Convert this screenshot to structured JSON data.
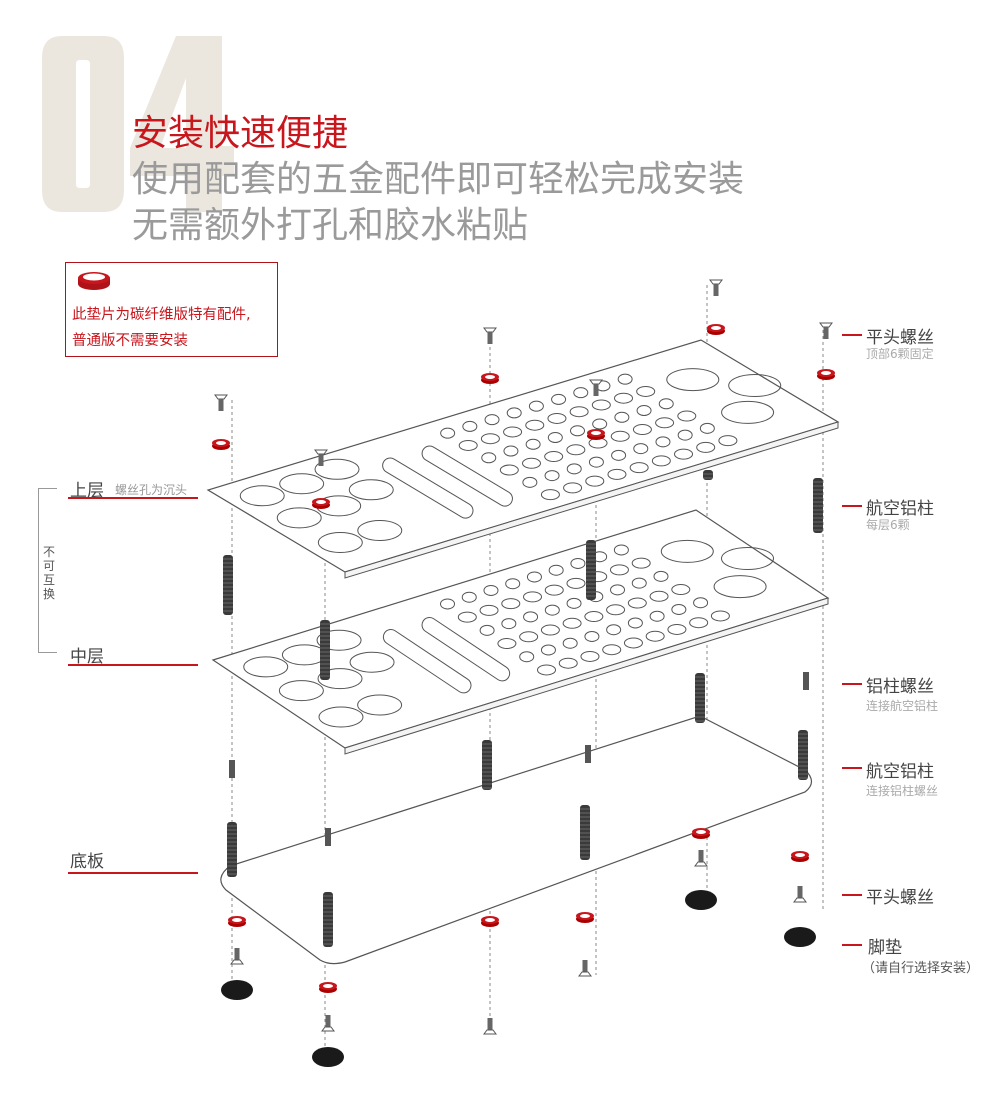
{
  "header": {
    "step_number": "04",
    "title": "安装快速便捷",
    "subtitle_line1": "使用配套的五金配件即可轻松完成安装",
    "subtitle_line2": "无需额外打孔和胶水粘贴"
  },
  "note": {
    "line1": "此垫片为碳纤维版特有配件,",
    "line2": "普通版不需要安装"
  },
  "left_labels": {
    "top_layer": "上层",
    "top_layer_note": "螺丝孔为沉头",
    "not_interchangeable": "不可互换",
    "middle_layer": "中层",
    "bottom_plate": "底板"
  },
  "right_labels": [
    {
      "title": "平头螺丝",
      "note": "顶部6颗固定"
    },
    {
      "title": "航空铝柱",
      "note": "每层6颗"
    },
    {
      "title": "铝柱螺丝",
      "note": "连接航空铝柱"
    },
    {
      "title": "航空铝柱",
      "note": "连接铝柱螺丝"
    },
    {
      "title": "平头螺丝",
      "note": ""
    },
    {
      "title": "脚垫",
      "note": "（请自行选择安装）"
    }
  ],
  "colors": {
    "accent": "#c8161d",
    "line": "#555555",
    "big_number": "#ebe7df"
  }
}
